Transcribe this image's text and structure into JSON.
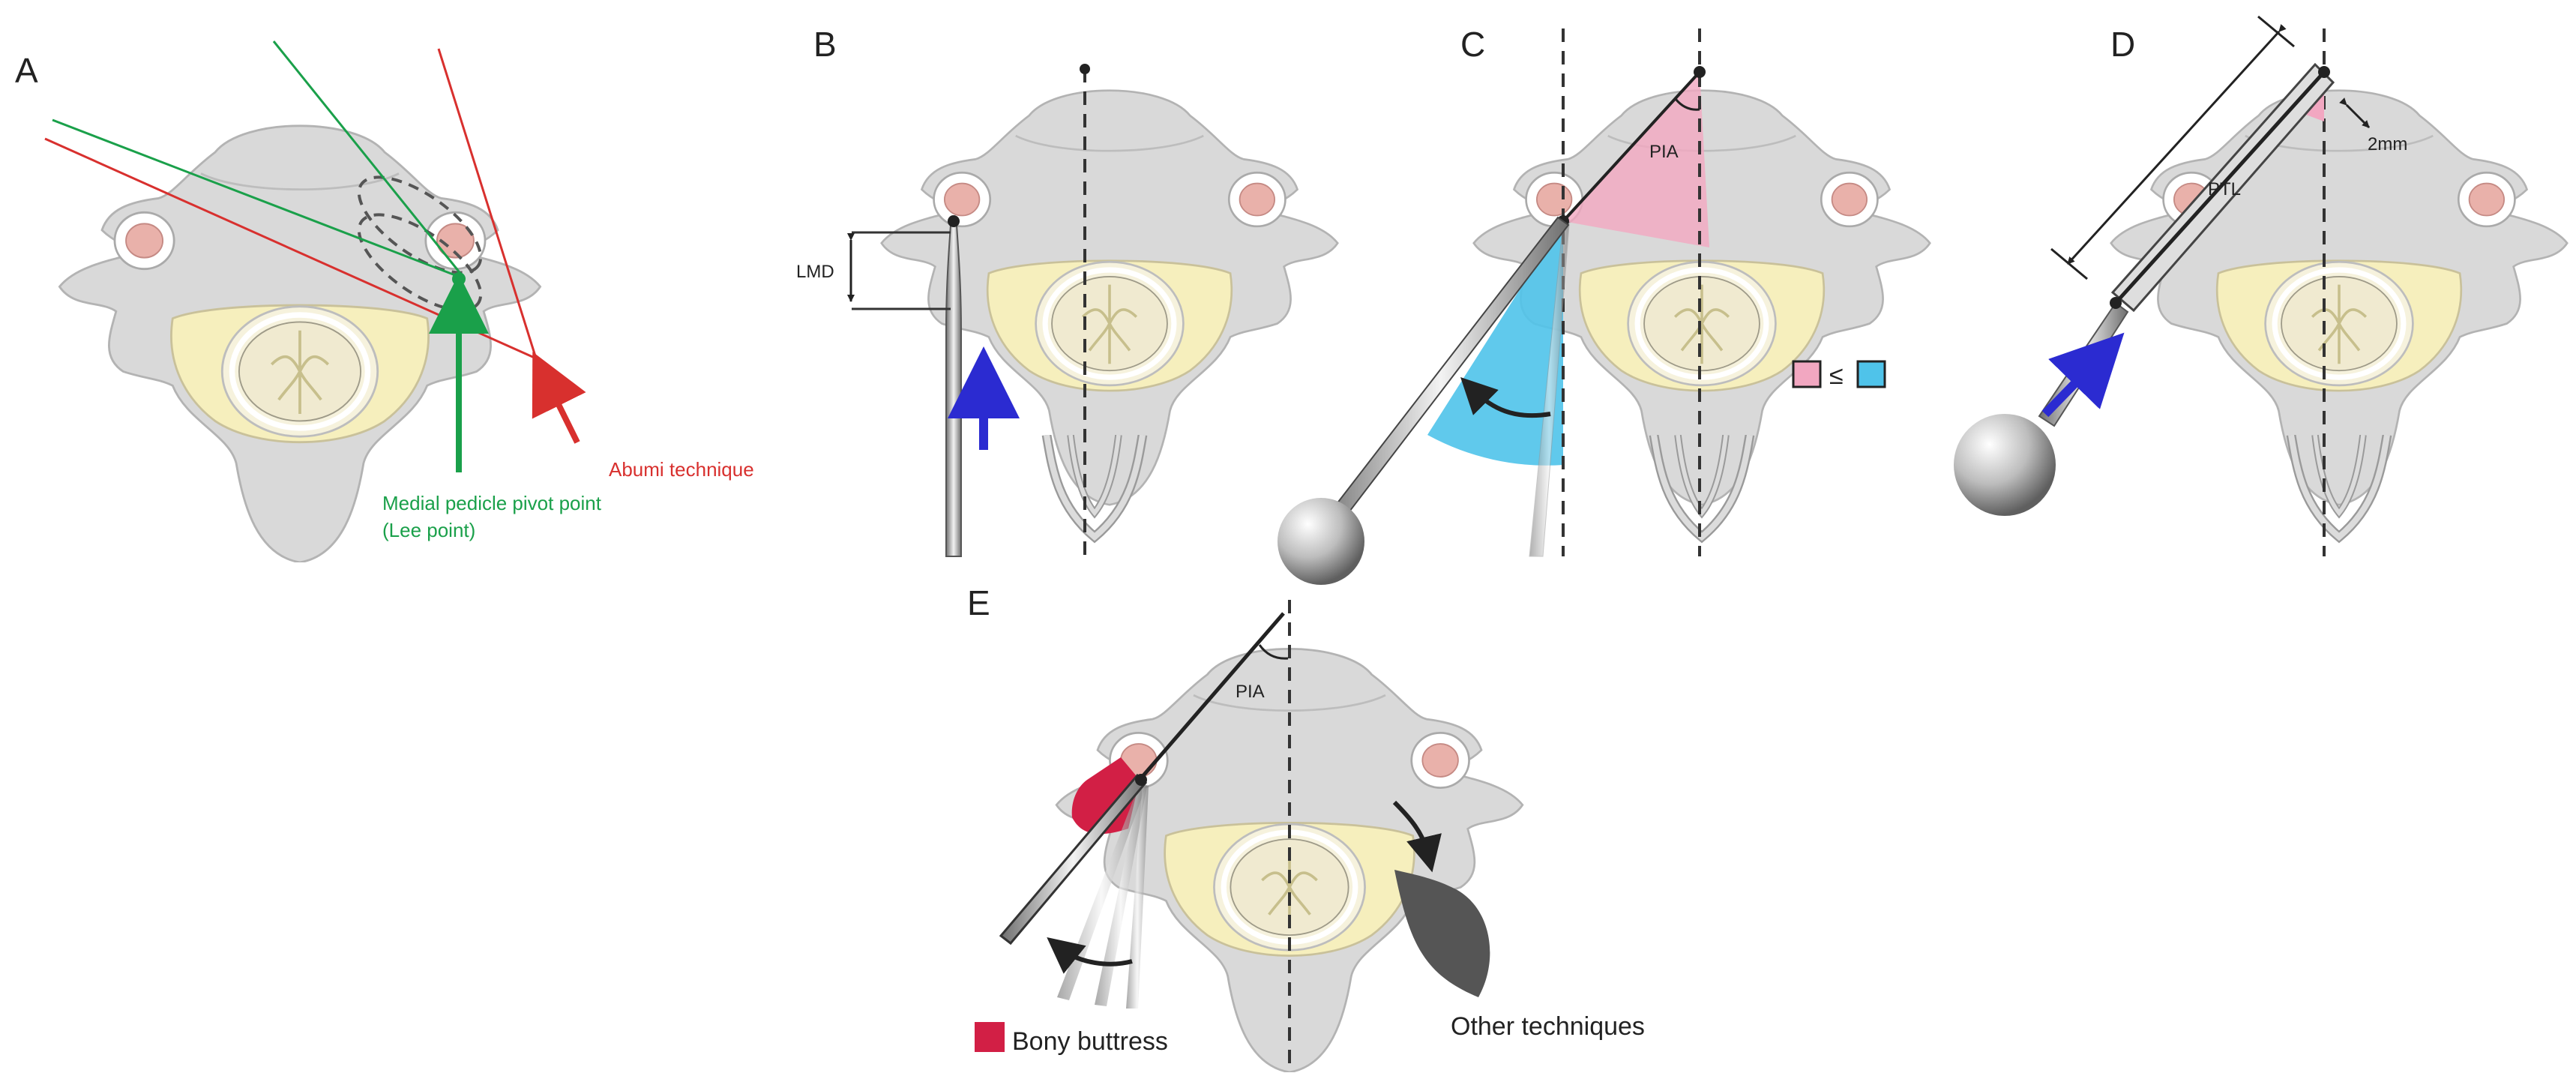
{
  "panels": {
    "a": {
      "letter": "A",
      "label_lee_line1": "Medial pedicle pivot point",
      "label_lee_line2": "(Lee point)",
      "label_abumi": "Abumi technique"
    },
    "b": {
      "letter": "B",
      "label_lmd": "LMD"
    },
    "c": {
      "letter": "C",
      "label_pia": "PIA",
      "legend_symbol": "≤"
    },
    "d": {
      "letter": "D",
      "label_ptl": "PTL",
      "label_2mm": "2mm"
    },
    "e": {
      "letter": "E",
      "label_pia": "PIA",
      "legend_bony": "Bony buttress",
      "label_other": "Other techniques"
    }
  },
  "colors": {
    "bone": "#d9d9d9",
    "canal": "#f6efbd",
    "lee_green": "#1aa04a",
    "abumi_red": "#d8302e",
    "pia_pink": "#f2a7c1",
    "angle_blue": "#4fc3ea",
    "arrow_blue": "#2b2bd1",
    "buttress_red": "#d21f45",
    "other_dark": "#555555"
  }
}
